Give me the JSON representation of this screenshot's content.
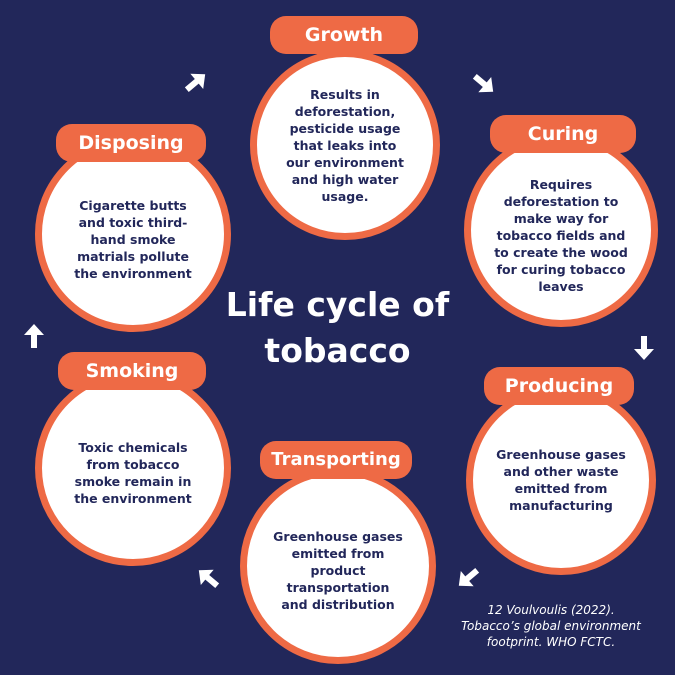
{
  "title_line1": "Life cycle of",
  "title_line2": "tobacco",
  "stages": {
    "growth": {
      "label": "Growth",
      "text": "Results in deforestation, pesticide usage that leaks into our environment and high water usage."
    },
    "curing": {
      "label": "Curing",
      "text": "Requires deforestation to make way for tobacco fields and to create the wood for curing tobacco leaves"
    },
    "producing": {
      "label": "Producing",
      "text": "Greenhouse gases and other waste emitted from manufacturing"
    },
    "transporting": {
      "label": "Transporting",
      "text": "Greenhouse gases emitted from product transportation and distribution"
    },
    "smoking": {
      "label": "Smoking",
      "text": "Toxic chemicals from tobacco smoke remain in the environment"
    },
    "disposing": {
      "label": "Disposing",
      "text": "Cigarette butts and toxic third-hand smoke matrials pollute the environment"
    }
  },
  "citation": {
    "line1": "12 Voulvoulis (2022).",
    "line2": "Tobacco’s global environment",
    "line3": "footprint. WHO FCTC."
  },
  "colors": {
    "background": "#22275a",
    "accent": "#ee6a45",
    "circle": "#ffffff",
    "text_dark": "#22275a"
  },
  "icons": {
    "cycle_arrow": "arrow-icon"
  }
}
